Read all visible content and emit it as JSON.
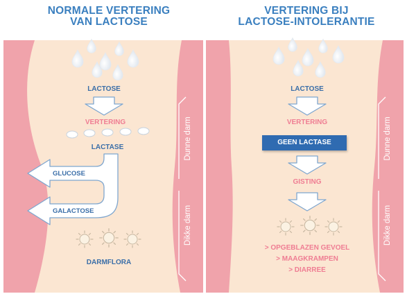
{
  "left_panel": {
    "title_line1": "NORMALE VERTERING",
    "title_line2": "VAN LACTOSE",
    "lactose": "LACTOSE",
    "vertering": "VERTERING",
    "lactase": "LACTASE",
    "glucose": "GLUCOSE",
    "galactose": "GALACTOSE",
    "darmflora": "DARMFLORA"
  },
  "right_panel": {
    "title_line1": "VERTERING BIJ",
    "title_line2": "LACTOSE-INTOLERANTIE",
    "lactose": "LACTOSE",
    "vertering": "VERTERING",
    "geen_lactase": "GEEN LACTASE",
    "gisting": "GISTING",
    "symptom1": "> OPGEBLAZEN GEVOEL",
    "symptom2": "> MAAGKRAMPEN",
    "symptom3": "> DIARREE"
  },
  "intestine_labels": {
    "dunne_darm": "Dunne darm",
    "dikke_darm": "Dikke darm"
  },
  "colors": {
    "background": "#fbe6d2",
    "intestine_wall": "#f0a3ab",
    "title_blue": "#3a7fbf",
    "label_blue": "#3a6ea8",
    "accent_pink": "#ef7d93",
    "badge_blue": "#2f6bb1"
  },
  "icons": {
    "drops": "milk-drop-icon",
    "enzymes": "enzyme-pill-icon",
    "bacteria": "sun-bacteria-icon"
  }
}
